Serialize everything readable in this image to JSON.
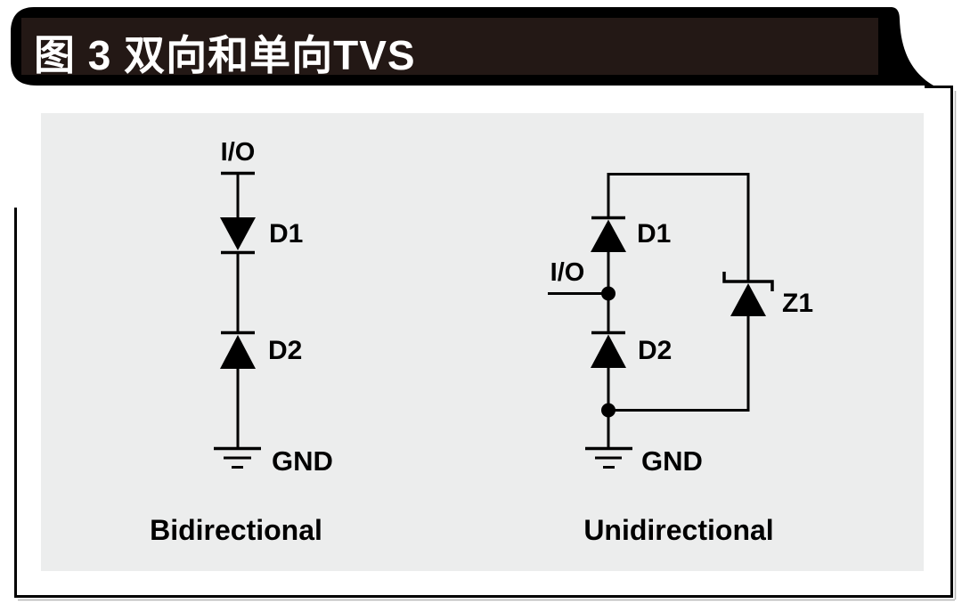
{
  "figure": {
    "title": "图 3 双向和单向TVS"
  },
  "colors": {
    "title_bar_bg": "#000000",
    "title_bar_inner": "#231815",
    "title_text": "#FFFFFF",
    "panel_bg": "#ECEDED",
    "line_color": "#000000"
  },
  "icons": {
    "diode_symbol": "filled-triangle-with-cathode-bar",
    "zener_symbol": "filled-triangle-with-bent-cathode-bar",
    "ground_symbol": "three-stacked-horizontal-bars",
    "junction": "filled-dot"
  },
  "circuits": {
    "bidirectional": {
      "caption": "Bidirectional",
      "io_label": "I/O",
      "d1_label": "D1",
      "d2_label": "D2",
      "gnd_label": "GND"
    },
    "unidirectional": {
      "caption": "Unidirectional",
      "io_label": "I/O",
      "d1_label": "D1",
      "d2_label": "D2",
      "z1_label": "Z1",
      "gnd_label": "GND"
    }
  }
}
